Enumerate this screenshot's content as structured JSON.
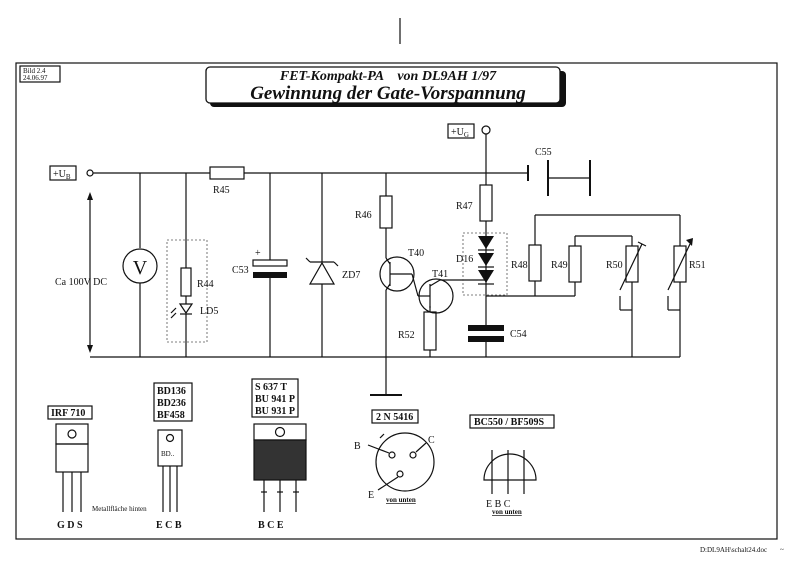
{
  "document": {
    "bild": "Bild 2.4",
    "date": "24.06.97",
    "title_line1": "FET-Kompakt-PA    von DL9AH 1/97",
    "title_line2": "Gewinnung der Gate-Vorspannung",
    "footer": "D:DL9AH\\schalt24.doc"
  },
  "circuit": {
    "supply_ub": "+U",
    "supply_ub_sub": "B",
    "supply_ug": "+U",
    "supply_ug_sub": "G",
    "voltage_note": "Ca 100V DC",
    "voltmeter_symbol": "V",
    "components": {
      "r45": "R45",
      "r44": "R44",
      "ld5": "LD5",
      "c53": "C53",
      "c53_plus": "+",
      "zd7": "ZD7",
      "r46": "R46",
      "t40": "T40",
      "t41": "T41",
      "r52": "R52",
      "r47": "R47",
      "d16": "D16",
      "c54": "C54",
      "c55": "C55",
      "r48": "R48",
      "r49": "R49",
      "r50": "R50",
      "r51": "R51"
    }
  },
  "packages": [
    {
      "name": "IRF 710",
      "pins": "G D S",
      "note": "Metallfläche hinten"
    },
    {
      "name1": "BD136",
      "name2": "BD236",
      "name3": "BF458",
      "body_text": "BD..",
      "pins": "E C B"
    },
    {
      "name1": "S 637 T",
      "name2": "BU 941 P",
      "name3": "BU 931 P",
      "pins": "B C E"
    },
    {
      "name": "2 N 5416",
      "pin_b": "B",
      "pin_c": "C",
      "pin_e": "E",
      "view": "von unten"
    },
    {
      "name": "BC550 / BF509S",
      "pins": "E B C",
      "view": "von unten"
    }
  ]
}
